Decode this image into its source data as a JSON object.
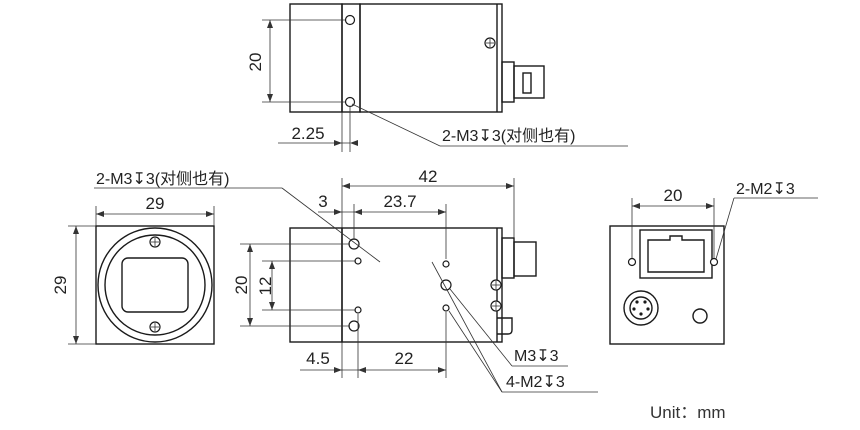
{
  "top_view": {
    "dim_height": "20",
    "dim_offset": "2.25",
    "note_holes": "2-M3↧3(对侧也有)"
  },
  "front_view": {
    "dim_width": "29",
    "dim_height": "29"
  },
  "side_view": {
    "note_holes": "2-M3↧3(对侧也有)",
    "dim_length": "42",
    "dim_flange": "3",
    "dim_hole_x": "23.7",
    "dim_height_20": "20",
    "dim_height_12": "12",
    "dim_bottom_offset": "4.5",
    "dim_bottom_span": "22",
    "note_m3": "M3↧3",
    "note_m2": "4-M2↧3"
  },
  "rear_view": {
    "dim_width": "20",
    "note_holes": "2-M2↧3"
  },
  "unit_label": "Unit：mm"
}
